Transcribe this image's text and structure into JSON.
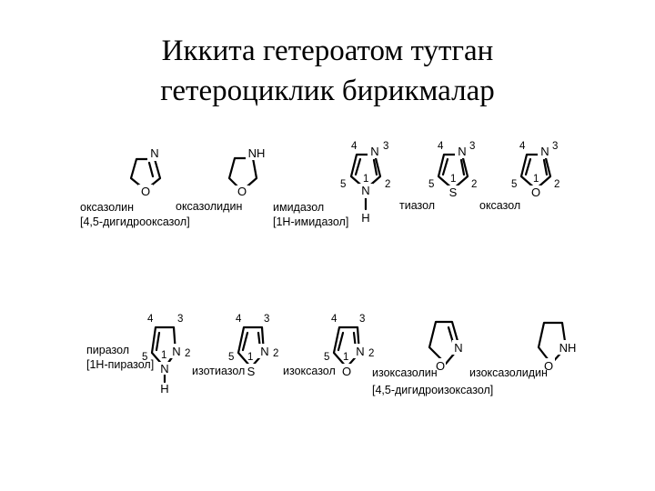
{
  "title": {
    "line1": "Иккита гетероатом тутган",
    "line2": "гетероциклик бирикмалар"
  },
  "compounds": [
    {
      "name": "оксазолин",
      "alt": "[4,5-дигидрооксазол]",
      "atoms": [
        "N",
        "O"
      ]
    },
    {
      "name": "оксазолидин",
      "atoms": [
        "NH",
        "O"
      ]
    },
    {
      "name": "имидазол",
      "alt": "[1H-имидазол]",
      "atoms": [
        "N",
        "N",
        "H"
      ],
      "numbers": [
        "4",
        "3",
        "5",
        "1",
        "2"
      ]
    },
    {
      "name": "тиазол",
      "atoms": [
        "N",
        "S"
      ],
      "numbers": [
        "4",
        "3",
        "5",
        "1",
        "2"
      ]
    },
    {
      "name": "оксазол",
      "atoms": [
        "N",
        "O"
      ],
      "numbers": [
        "4",
        "3",
        "5",
        "1",
        "2"
      ]
    },
    {
      "name": "пиразол",
      "alt": "[1H-пиразол]",
      "atoms": [
        "N",
        "N",
        "H"
      ],
      "numbers": [
        "4",
        "3",
        "5",
        "1",
        "2"
      ]
    },
    {
      "name": "изотиазол",
      "atoms": [
        "S",
        "N"
      ],
      "numbers": [
        "4",
        "3",
        "5",
        "1",
        "2"
      ]
    },
    {
      "name": "изоксазол",
      "atoms": [
        "O",
        "N"
      ],
      "numbers": [
        "4",
        "3",
        "5",
        "1",
        "2"
      ]
    },
    {
      "name": "изоксазолин",
      "alt": "[4,5-дигидроизоксазол]",
      "atoms": [
        "O",
        "N"
      ]
    },
    {
      "name": "изоксазолидин",
      "atoms": [
        "O",
        "NH"
      ]
    }
  ]
}
